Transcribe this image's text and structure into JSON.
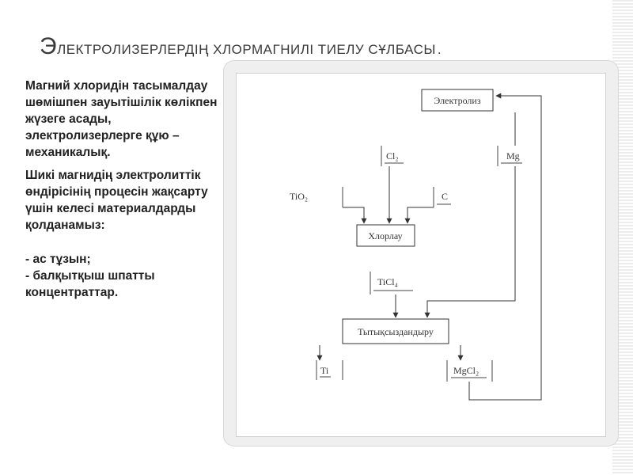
{
  "slide": {
    "title_first_letter": "Э",
    "title_rest": "лектролизерлердің хлормагнилі тиелу сұлбасы",
    "title_end": "."
  },
  "body": {
    "paragraph1": "Магний хлоридін тасымалдау шөмішпен зауытішілік көлікпен жүзеге асады, электролизерлерге құю – механикалық.",
    "paragraph2": "Шикі магнидің электролиттік өндірісінің процесін жақсарту үшін келесі материалдарды қолданамыз:",
    "list": [
      "- ас тұзын;",
      "- балқытқыш шпатты концентраттар."
    ]
  },
  "diagram": {
    "nodes": {
      "electrolysis": "Электролиз",
      "cl2": "Cl₂",
      "mg": "Mg",
      "tio2": "TiO₂",
      "c": "C",
      "chlorination": "Хлорлау",
      "ticl4": "TiCl₄",
      "separation": "Тытықсыздандыру",
      "ti": "Ti",
      "mgcl2": "MgCl₂"
    }
  }
}
